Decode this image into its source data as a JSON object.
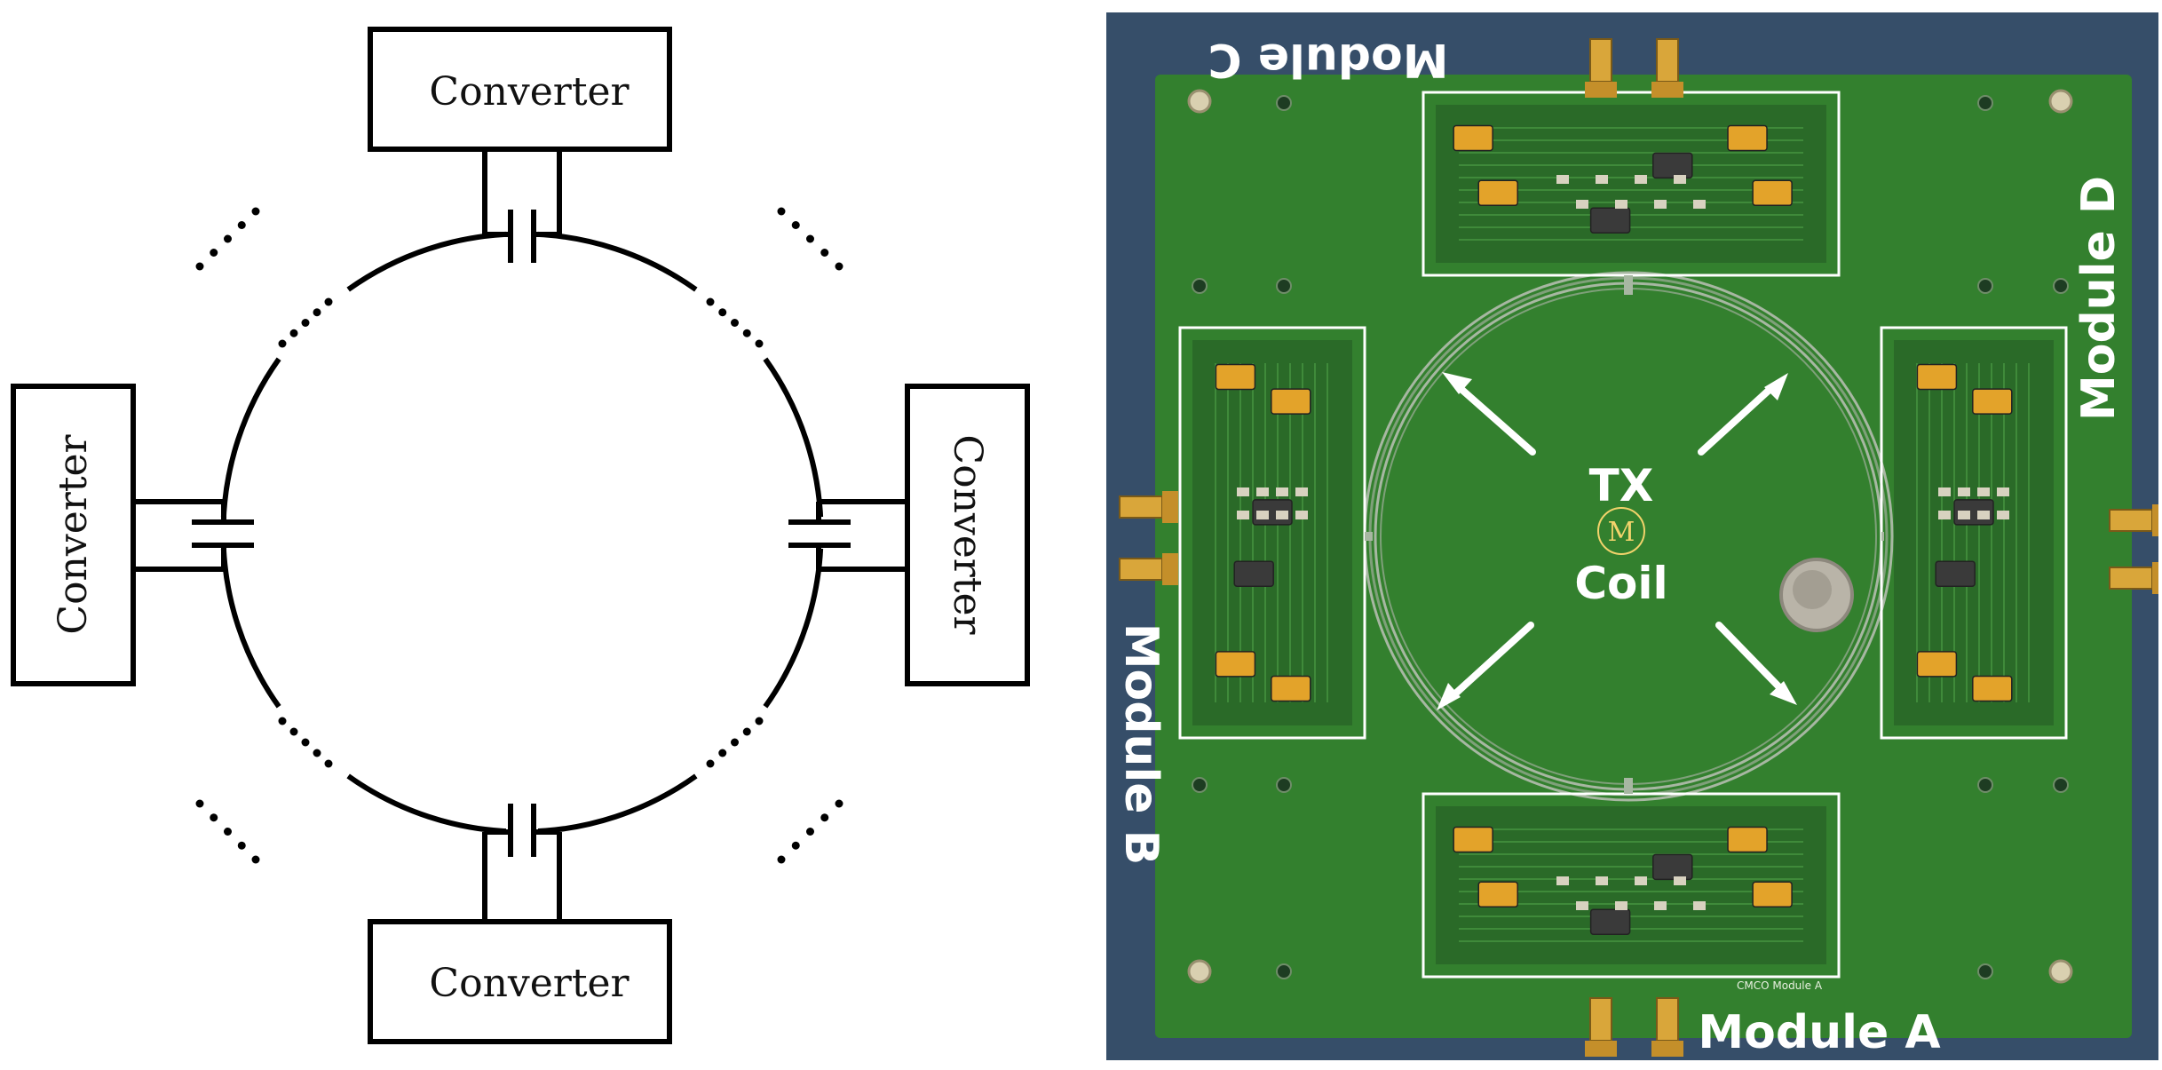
{
  "schematic": {
    "converters": [
      {
        "label": "Converter",
        "position": "top"
      },
      {
        "label": "Converter",
        "position": "left"
      },
      {
        "label": "Converter",
        "position": "right"
      },
      {
        "label": "Converter",
        "position": "bottom"
      }
    ]
  },
  "photo": {
    "modules": [
      {
        "label": "Module C",
        "position": "top"
      },
      {
        "label": "Module D",
        "position": "right"
      },
      {
        "label": "Module B",
        "position": "left"
      },
      {
        "label": "Module A",
        "position": "bottom"
      }
    ],
    "coil": {
      "line1": "TX",
      "symbol": "M",
      "line2": "Coil"
    },
    "silkscreen": {
      "module_a": "CMCO Module A"
    },
    "colors": {
      "board": "#2f7a2c",
      "background": "#3d5672",
      "frame": "#ffffff",
      "component": "#e3a32a"
    }
  }
}
